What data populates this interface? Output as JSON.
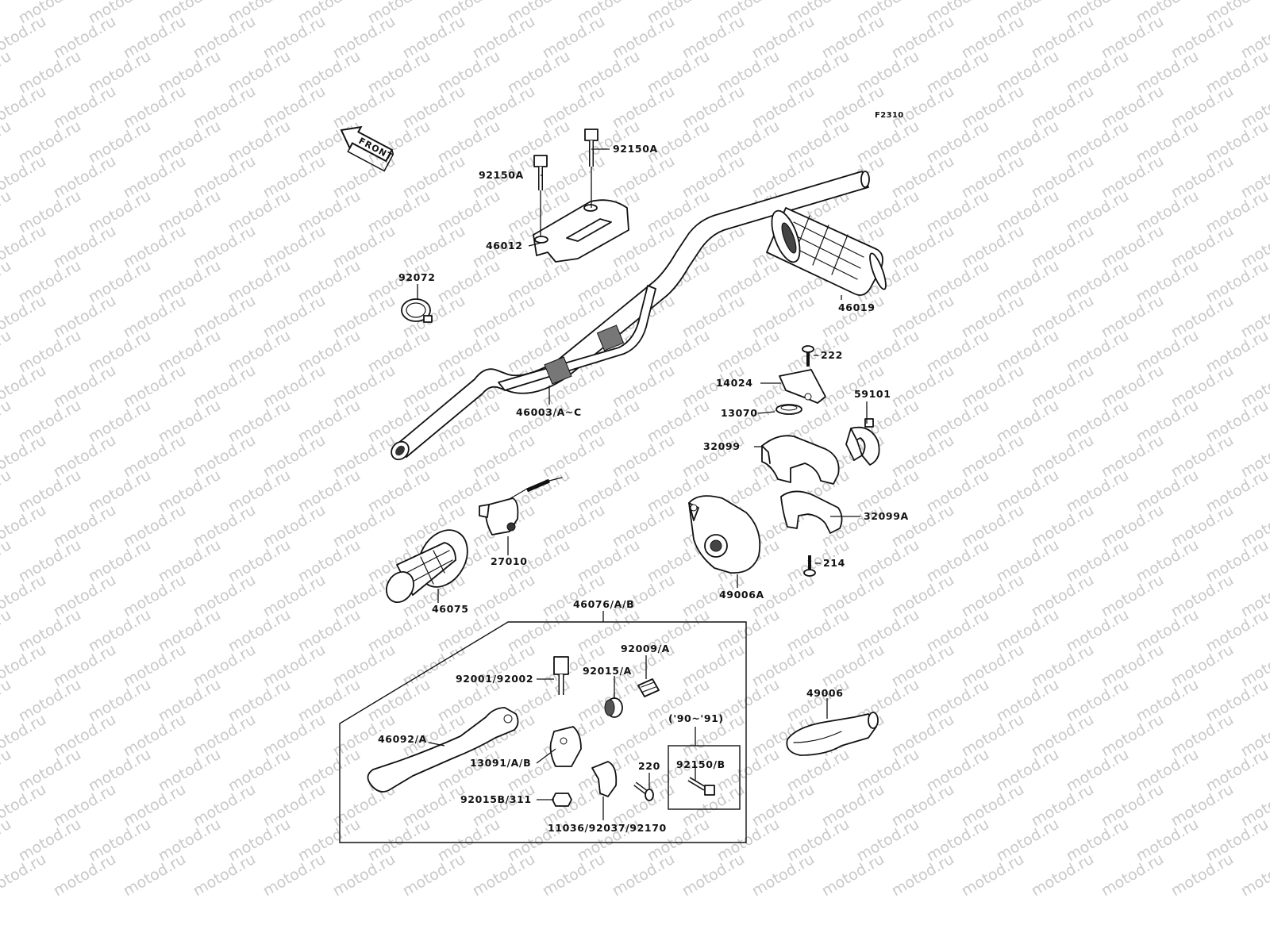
{
  "watermark": "motod.ru",
  "figure_code": "F2310",
  "front_marker": "FRONT",
  "part_numbers": {
    "bolt_a1": "92150A",
    "bolt_a2": "92150A",
    "clamp_top": "46012",
    "band": "92072",
    "handlebar": "46003/A~C",
    "grip_right": "46019",
    "screw_222": "222",
    "plate": "14024",
    "clip": "13070",
    "holder_59101": "59101",
    "case_32099": "32099",
    "case_32099a": "32099A",
    "screw_214": "214",
    "throttle_housing": "49006A",
    "switch": "27010",
    "grip_left": "46075",
    "lever_assy": "46076/A/B",
    "adjuster": "92009/A",
    "locknut": "92015/A",
    "pivot_bolt": "92001/92002",
    "lever": "46092/A",
    "lever_holder": "13091/A/B",
    "nut": "92015B/311",
    "bracket": "11036/92037/92170",
    "screw_220": "220",
    "year_note": "('90~'91)",
    "bolt_b": "92150/B",
    "protector": "49006"
  }
}
